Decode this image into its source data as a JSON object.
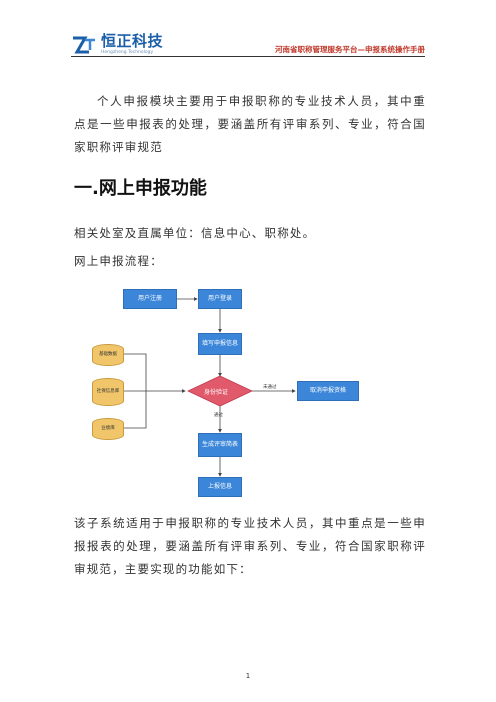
{
  "header": {
    "logo_name": "恒正科技",
    "logo_sub": "Hengzheng Technology",
    "title": "河南省职称管理服务平台—申报系统操作手册"
  },
  "body": {
    "intro": "个人申报模块主要用于申报职称的专业技术人员，其中重点是一些申报表的处理，要涵盖所有评审系列、专业，符合国家职称评审规范",
    "section_title": "一.网上申报功能",
    "dept_line": "相关处室及直属单位：信息中心、职称处。",
    "flow_caption": "网上申报流程：",
    "summary": "该子系统适用于申报职称的专业技术人员，其中重点是一些申报报表的处理，要涵盖所有评审系列、专业，符合国家职称评审规范，主要实现的功能如下："
  },
  "flowchart": {
    "register": "用户注册",
    "login": "用户登录",
    "fill": "填写申报信息",
    "verify": "身份验证",
    "fail_label": "未通过",
    "pass_label": "通过",
    "cancel": "取消申报资格",
    "generate": "生成评审简表",
    "submit": "上报信息",
    "db1": "基础数据",
    "db2": "社保信息库",
    "db3": "业绩库"
  },
  "footer": {
    "page": "1"
  },
  "colors": {
    "box": "#3b86d9",
    "diamond": "#e05a6b",
    "cylinder": "#f1c66a",
    "header_title": "#c0392b"
  }
}
